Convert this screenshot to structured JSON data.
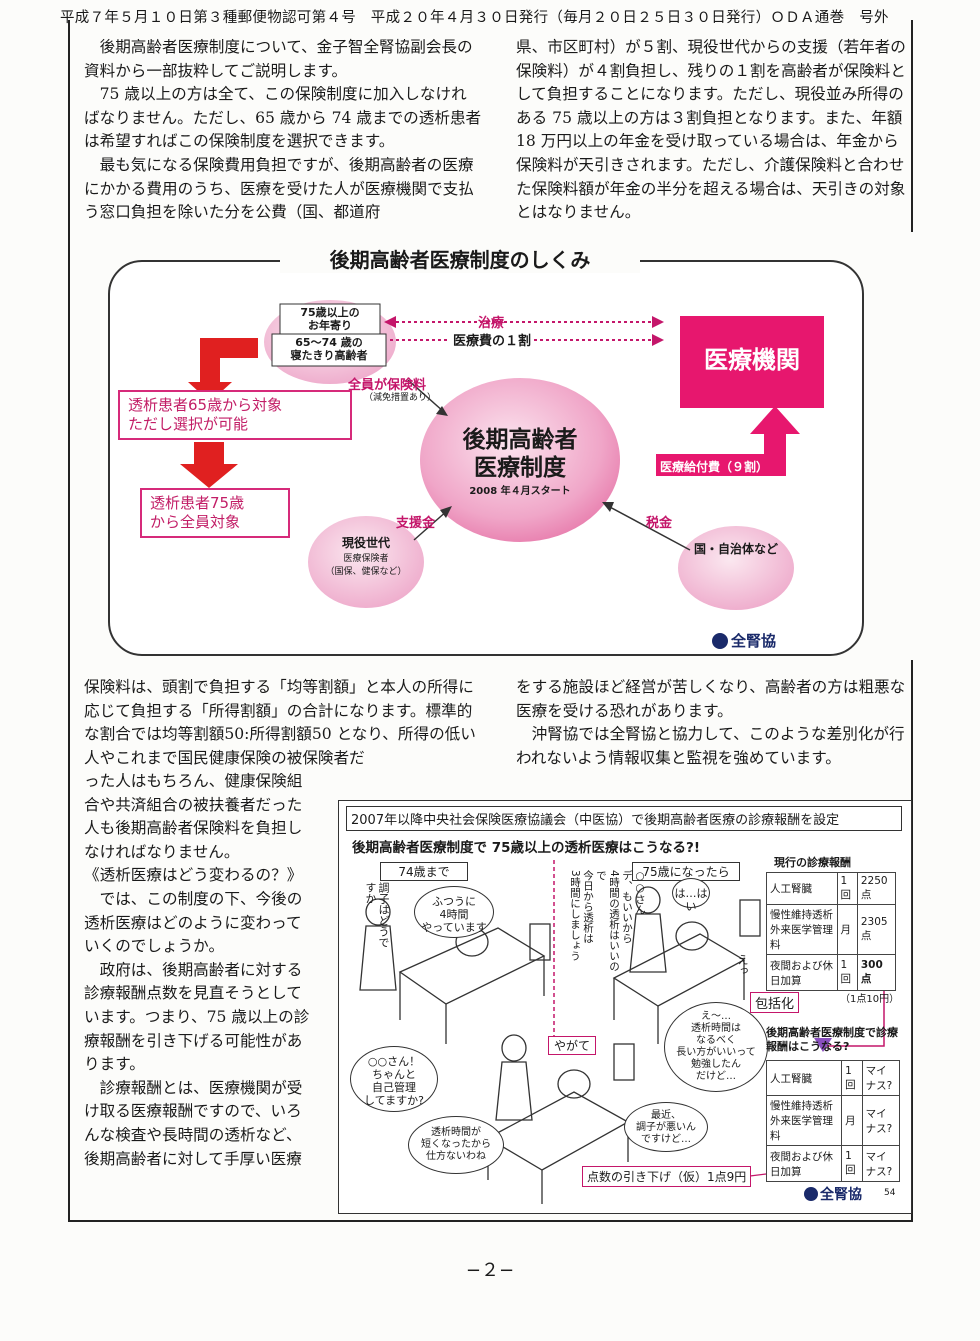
{
  "header": {
    "text": "平成７年５月１０日第３種郵便物認可第４号　平成２０年４月３０日発行（毎月２０日２５日３０日発行）ＯＤＡ通巻　号外"
  },
  "intro": {
    "left_paragraphs": [
      "後期高齢者医療制度について、金子智全腎協副会長の資料から一部抜粋してご説明します。",
      "75 歳以上の方は全て、この保険制度に加入しなければなりません。ただし、65 歳から 74 歳までの透析患者は希望すればこの保険制度を選択できます。",
      "最も気になる保険費用負担ですが、後期高齢者の医療にかかる費用のうち、医療を受けた人が医療機関で支払う窓口負担を除いた分を公費（国、都道府"
    ],
    "right_paragraph": "県、市区町村）が５割、現役世代からの支援（若年者の保険料）が４割負担し、残りの１割を高齢者が保険料として負担することになります。ただし、現役並み所得のある 75 歳以上の方は３割負担となります。また、年額 18 万円以上の年金を受け取っている場合は、年金から保険料が天引きされます。ただし、介護保険料と合わせた保険料額が年金の半分を超える場合は、天引きの対象とはなりません。"
  },
  "diagram": {
    "title": "後期高齢者医療制度のしくみ",
    "elderly_top": "75歳以上の",
    "elderly_top2": "お年寄り",
    "elderly_bottom": "65〜74 歳の",
    "elderly_bottom2": "寝たきり高齢者",
    "treatment": "治療",
    "copay": "医療費の１割",
    "hospital": "医療機関",
    "premium": "全員が保険料",
    "premium_note": "（減免措置あり）",
    "center_line1": "後期高齢者",
    "center_line2": "医療制度",
    "center_sub": "2008 年４月スタート",
    "benefit": "医療給付費（９割）",
    "support": "支援金",
    "tax": "税金",
    "workers": "現役世代",
    "workers_sub": "医療保険者",
    "workers_sub2": "（国保、健保など）",
    "gov": "国・自治体など",
    "dialysis1_line1": "透析患者65歳から対象",
    "dialysis1_line2": "ただし選択が可能",
    "dialysis2_line1": "透析患者75歳",
    "dialysis2_line2": "から全員対象",
    "logo": "全腎協"
  },
  "middle": {
    "left_paragraph": "保険料は、頭割で負担する「均等割額」と本人の所得に応じて負担する「所得割額」の合計になります。標準的な割合では均等割額50:所得割額50 となり、所得の低い人やこれまで国民健康保険の被保険者だ",
    "right_paragraphs": [
      "をする施設ほど経営が苦しくなり、高齢者の方は粗悪な医療を受ける恐れがあります。",
      "沖腎協では全腎協と協力して、このような差別化が行われないよう情報収集と監視を強めています。"
    ]
  },
  "narrow": {
    "lines": [
      "った人はもちろん、健康保険組",
      "合や共済組合の被扶養者だった",
      "人も後期高齢者保険料を負担し",
      "なければなりません。"
    ],
    "heading": "《透析医療はどう変わるの？》",
    "para1": [
      "　では、この制度の下、今後の",
      "透析医療はどのように変わって",
      "いくのでしょうか。"
    ],
    "para2": [
      "　政府は、後期高齢者に対する",
      "診療報酬点数を見直そうとして",
      "います。つまり、75 歳以上の診",
      "療報酬を引き下げる可能性があ",
      "ります。"
    ],
    "para3": [
      "　診療報酬とは、医療機関が受",
      "け取る医療報酬ですので、いろ",
      "んな検査や長時間の透析など、",
      "後期高齢者に対して手厚い医療"
    ]
  },
  "cartoon": {
    "title": "2007年以降中央社会保険医療協議会（中医協）で後期高齢者医療の診療報酬を設定",
    "subtitle": "後期高齢者医療制度で 75歳以上の透析医療はこうなる?!",
    "before_label": "74歳まで",
    "after_label": "75歳になったら",
    "nurse_text": "調子はどうですか",
    "bubble1": "ふつうに\n4時間\nやっています",
    "vertical_text": "○○さん\nデ、もいいから\n4時間の透析はいいので\n今日から透析は\n3時間にしましょう",
    "patient_reply": "は…はい",
    "exclaim": "えっ",
    "bubble_mid": "え〜…\n透析時間は\nなるべく\n長い方がいいって\n勉強したん\nだけど…",
    "yagate": "やがて",
    "bubble_nurse2": "○○さん！\nちゃんと\n自己管理\nしてますか?",
    "bubble_patient2": "透析時間が\n短くなったから\n仕方ないわね",
    "bubble_patient3": "最近、\n調子が悪いん\nですけど…",
    "bottom_note": "点数の引き下げ（仮）1点9円",
    "current_title": "現行の診療報酬",
    "current_rows": [
      [
        "人工腎臓",
        "1回",
        "2250点"
      ],
      [
        "慢性維持透析外来医学管理料",
        "月",
        "2305点"
      ],
      [
        "夜間および休日加算",
        "1回",
        "300点"
      ]
    ],
    "bundle_label": "包括化",
    "bundle_note": "（1点10円）",
    "future_title": "後期高齢者医療制度で診療報酬はこうなる?",
    "future_rows": [
      [
        "人工腎臓",
        "1回",
        "マイナス?"
      ],
      [
        "慢性維持透析外来医学管理料",
        "月",
        "マイナス?"
      ],
      [
        "夜間および休日加算",
        "1回",
        "マイナス?"
      ]
    ],
    "logo": "全腎協",
    "page_no": "54"
  },
  "footer": {
    "page": "−２−"
  }
}
